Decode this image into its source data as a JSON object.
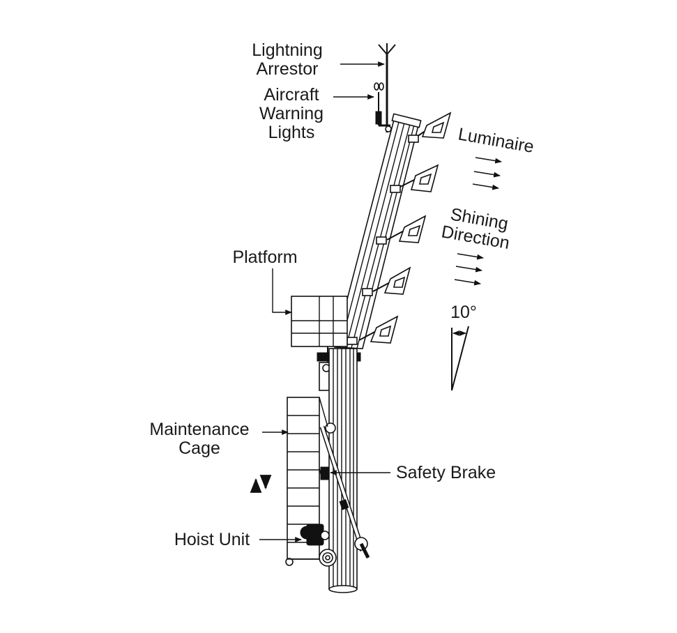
{
  "labels": {
    "lightning_arrestor": [
      "Lightning",
      "Arrestor"
    ],
    "aircraft_warning_lights": [
      "Aircraft",
      "Warning",
      "Lights"
    ],
    "luminaire": "Luminaire",
    "shining_direction": [
      "Shining",
      "Direction"
    ],
    "platform": "Platform",
    "angle": "10°",
    "maintenance_cage": [
      "Maintenance",
      "Cage"
    ],
    "safety_brake": "Safety Brake",
    "hoist_unit": "Hoist Unit"
  },
  "colors": {
    "line": "#111111",
    "background": "#ffffff"
  },
  "icons": {
    "arrow": "arrow-right-icon",
    "up_down": "up-down-arrows-icon"
  }
}
